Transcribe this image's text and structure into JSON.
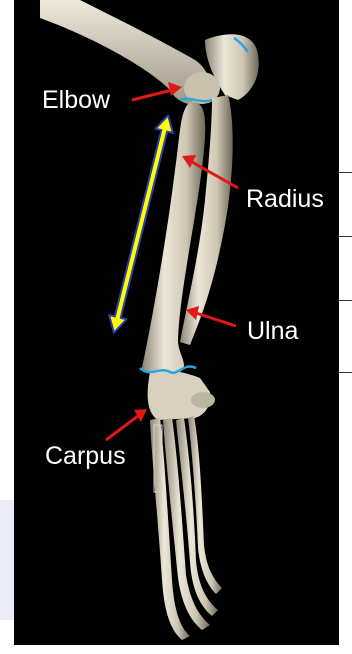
{
  "labels": {
    "elbow": "Elbow",
    "radius": "Radius",
    "ulna": "Ulna",
    "carpus": "Carpus"
  },
  "colors": {
    "background": "#000000",
    "label_text": "#ffffff",
    "pointer_arrow": "#e01818",
    "length_arrow_fill": "#ffff00",
    "length_arrow_outline": "#2b3fa8",
    "cut_line": "#29a6d8",
    "bone": "#d7d0bf"
  }
}
